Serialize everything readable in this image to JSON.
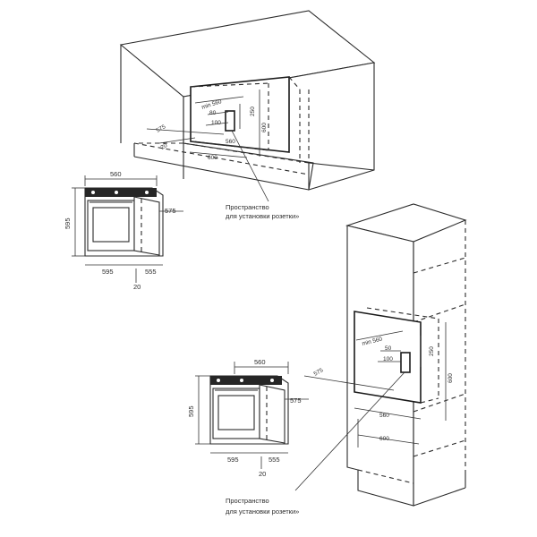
{
  "top_cabinet": {
    "min_width": "min 560",
    "d80": "80",
    "d100": "100",
    "d250": "250",
    "d600_h": "600",
    "d575": "575",
    "d20": "20",
    "d560": "560",
    "d600_w": "600"
  },
  "top_oven": {
    "width": "560",
    "height": "595",
    "depth": "575",
    "front_width": "595",
    "depth_bottom": "555",
    "offset": "20"
  },
  "tall_cabinet": {
    "min_width": "min 560",
    "d50": "50",
    "d100": "100",
    "d250": "250",
    "d600_h": "600",
    "d575": "575",
    "d560": "560",
    "d600_w": "600"
  },
  "bottom_oven": {
    "width": "560",
    "height": "595",
    "depth": "575",
    "front_width": "595",
    "depth_bottom": "555",
    "offset": "20"
  },
  "notes": {
    "socket_top_line1": "Пространство",
    "socket_top_line2": "для установки розетки»",
    "socket_bottom_line1": "Пространство",
    "socket_bottom_line2": "для установки розетки»"
  }
}
